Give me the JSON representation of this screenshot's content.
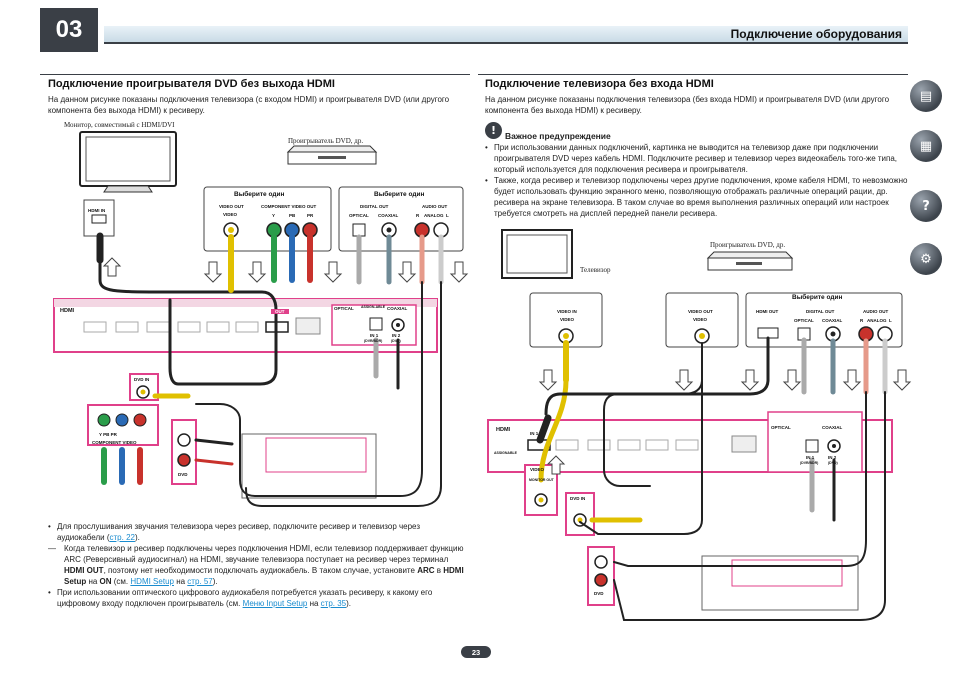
{
  "chapter": "03",
  "header": {
    "title": "Подключение оборудования"
  },
  "left": {
    "title": "Подключение проигрывателя DVD без выхода HDMI",
    "intro": "На данном рисунке показаны подключения телевизора (с входом HDMI) и проигрывателя DVD (или другого компонента без выхода HDMI) к ресиверу.",
    "diagram": {
      "monitor_caption": "Монитор, совместимый с HDMI/DVI",
      "player_caption": "Проигрыватель DVD, др.",
      "choose_one_1": "Выберите один",
      "choose_one_2": "Выберите один",
      "hdmi_in": "HDMI IN",
      "video_out": "VIDEO OUT",
      "video": "VIDEO",
      "component_video_out": "COMPONENT VIDEO OUT",
      "y": "Y",
      "pb": "PB",
      "pr": "PR",
      "digital_out": "DIGITAL OUT",
      "optical": "OPTICAL",
      "coaxial": "COAXIAL",
      "audio_out": "AUDIO OUT",
      "r": "R",
      "analog": "ANALOG",
      "l": "L",
      "panel_hdmi": "HDMI",
      "panel_out": "OUT",
      "panel_optical": "OPTICAL",
      "panel_coaxial": "COAXIAL",
      "panel_assignable": "ASSIGN-ABLE",
      "panel_dvd_in": "DVD IN",
      "panel_component": "COMPONENT VIDEO",
      "panel_ypbpr": "Y    PB    PR",
      "panel_dvd": "DVD",
      "panel_in1": "IN 1",
      "panel_dvr": "(DVR/BDR)",
      "panel_in2": "IN 2",
      "panel_dvd_small": "(DVD)"
    },
    "bullets": {
      "b1_pre": "Для прослушивания звучания телевизора через ресивер, подключите ресивер и телевизор через аудиокабели (",
      "b1_link": "стр. 22",
      "b1_post": ").",
      "sub_pre": "Когда телевизор и ресивер подключены через подключения HDMI, если телевизор поддерживает функцию ARC (Реверсивный аудиосигнал) на HDMI, звучание телевизора поступает на ресивер через терминал ",
      "sub_bold1": "HDMI OUT",
      "sub_mid": ", поэтому нет необходимости подключать аудиокабель. В таком случае, установите ",
      "sub_bold2": "ARC",
      "sub_mid2": " в ",
      "sub_bold3": "HDMI Setup",
      "sub_mid3": " на ",
      "sub_bold4": "ON",
      "sub_mid4": " (см. ",
      "sub_link1": "HDMI Setup",
      "sub_mid5": " на ",
      "sub_link2": "стр. 57",
      "sub_post": ").",
      "b2_pre": "При использовании оптического цифрового аудиокабеля потребуется указать ресиверу, к какому его цифровому входу подключен проигрыватель (см. ",
      "b2_link1": "Меню Input Setup",
      "b2_mid": " на ",
      "b2_link2": "стр. 35",
      "b2_post": ")."
    }
  },
  "right": {
    "title": "Подключение телевизора без входа HDMI",
    "intro": "На данном рисунке показаны подключения телевизора (без входа HDMI) и проигрывателя DVD (или другого компонента без выхода HDMI) к ресиверу.",
    "warning_title": "Важное предупреждение",
    "warning_items": [
      "При использовании данных подключений, картинка не выводится на телевизор даже при подключении проигрывателя DVD через кабель HDMI. Подключите ресивер и телевизор через видеокабель того-же типа, который используется для подключения ресивера и проигрывателя.",
      "Также, когда ресивер и телевизор подключены через другие подключения, кроме кабеля HDMI, то невозможно будет использовать функцию экранного меню, позволяющую отображать различные операций рации, др. ресивера на экране телевизора. В таком случае во время выполнения различных операций или настроек требуется смотреть на дисплей передней панели ресивера."
    ],
    "diagram": {
      "tv_caption": "Телевизор",
      "player_caption": "Проигрыватель DVD, др.",
      "choose_one": "Выберите один",
      "video_in": "VIDEO IN",
      "video": "VIDEO",
      "video_out": "VIDEO OUT",
      "hdmi_out": "HDMI OUT",
      "digital_out": "DIGITAL OUT",
      "optical": "OPTICAL",
      "coaxial": "COAXIAL",
      "audio_out": "AUDIO OUT",
      "r": "R",
      "analog": "ANALOG",
      "l": "L",
      "panel_hdmi": "HDMI",
      "panel_in1": "IN 1",
      "panel_assignable": "ASSIGNABLE",
      "panel_video": "VIDEO",
      "panel_monitor_out": "MONITOR OUT",
      "panel_dvd_in": "DVD IN",
      "panel_dvd": "DVD",
      "panel_optical": "OPTICAL",
      "panel_coaxial": "COAXIAL",
      "panel_dvr": "(DVR/BDR)",
      "panel_dvd_small": "(DVD)",
      "panel_in2": "IN 2"
    }
  },
  "page_number": "23",
  "sidebar_icons": [
    "book-icon",
    "remote-icon",
    "help-icon",
    "plugin-icon"
  ]
}
